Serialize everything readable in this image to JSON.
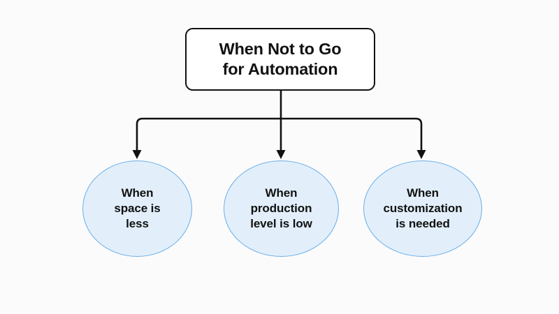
{
  "diagram": {
    "type": "tree-flowchart",
    "background_color": "#fbfbfb",
    "root": {
      "label": "When Not to Go\nfor Automation",
      "shape": "rounded-rectangle",
      "fill_color": "#ffffff",
      "border_color": "#111111",
      "text_color": "#111111"
    },
    "branches": [
      {
        "label": "When\nspace is\nless",
        "shape": "ellipse",
        "fill_color": "#e2effb",
        "border_color": "#6aaee8",
        "text_color": "#111111"
      },
      {
        "label": "When\nproduction\nlevel is low",
        "shape": "ellipse",
        "fill_color": "#e2effb",
        "border_color": "#6aaee8",
        "text_color": "#111111"
      },
      {
        "label": "When\ncustomization\nis needed",
        "shape": "ellipse",
        "fill_color": "#e2effb",
        "border_color": "#6aaee8",
        "text_color": "#111111"
      }
    ],
    "connectors": {
      "style": "orthogonal-elbow-with-arrowheads",
      "line_color": "#111111",
      "arrow_count": 3
    }
  }
}
